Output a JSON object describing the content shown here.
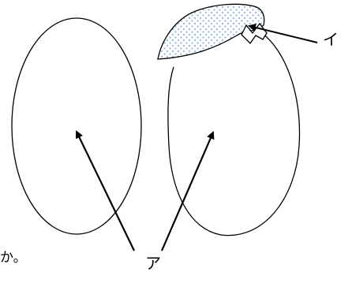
{
  "diagram": {
    "labels": {
      "a": "ア",
      "i": "イ"
    },
    "fragment_text": "か。",
    "colors": {
      "stroke": "#000000",
      "dot_fill": "#8fb4e0",
      "background": "#ffffff"
    },
    "shapes": [
      "left-oval",
      "right-oval",
      "dotted-region",
      "notch-structure"
    ],
    "arrows": [
      "arrow-to-left-oval",
      "arrow-to-right-oval",
      "arrow-to-notch"
    ]
  }
}
